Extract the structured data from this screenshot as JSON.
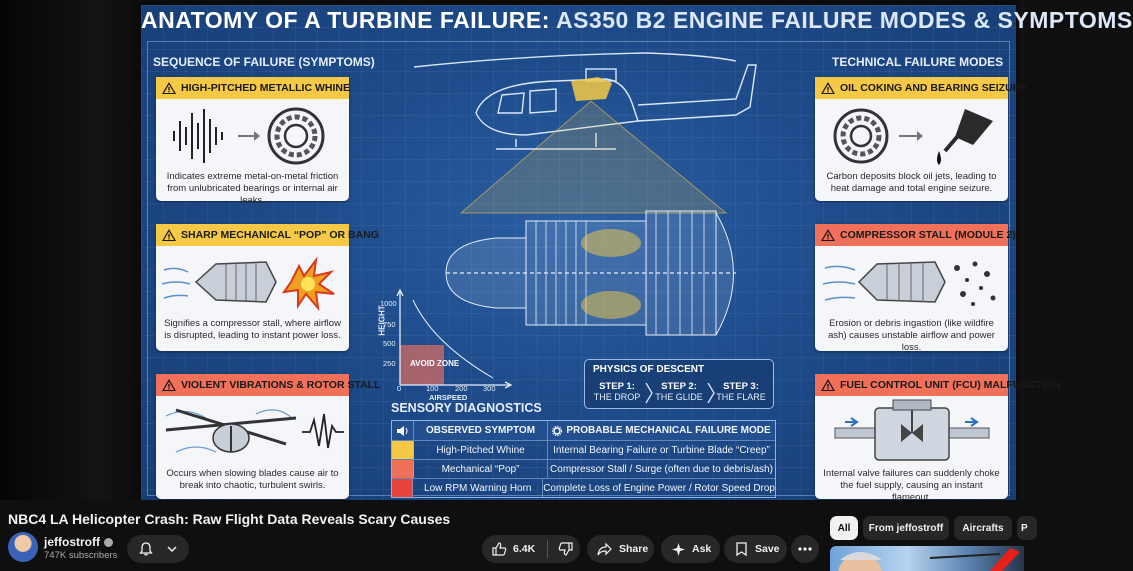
{
  "infographic": {
    "title_main": "ANATOMY OF A TURBINE FAILURE:",
    "title_sub": "AS350 B2 ENGINE FAILURE MODES & SYMPTOMS",
    "left_heading": "SEQUENCE OF FAILURE (SYMPTOMS)",
    "right_heading": "TECHNICAL FAILURE MODES",
    "left_cards": [
      {
        "title": "HIGH-PITCHED METALLIC WHINE",
        "desc": "Indicates extreme metal-on-metal friction from unlubricated bearings or internal air leaks.",
        "color": "#f5c945"
      },
      {
        "title": "SHARP MECHANICAL “POP” OR BANG",
        "desc": "Signifies a compressor stall, where airflow is disrupted, leading to instant power loss.",
        "color": "#f5c945"
      },
      {
        "title": "VIOLENT VIBRATIONS & ROTOR STALL",
        "desc": "Occurs when slowing blades cause air to break into chaotic, turbulent swirls.",
        "color": "#f0705a"
      }
    ],
    "right_cards": [
      {
        "title": "OIL COKING AND BEARING SEIZURE",
        "desc": "Carbon deposits block oil jets, leading to heat damage and total engine seizure.",
        "color": "#f5c945"
      },
      {
        "title": "COMPRESSOR STALL (MODULE 2)",
        "desc": "Erosion or debris ingastion (like wildfire ash) causes unstable airflow and power loss.",
        "color": "#f0705a"
      },
      {
        "title": "FUEL CONTROL UNIT (FCU) MALFUNCTION",
        "desc": "Internal valve failures can suddenly choke the fuel supply, causing an instant flameout.",
        "color": "#f0705a"
      }
    ],
    "hv_chart": {
      "ylabel": "HEIGHT",
      "xlabel": "AIRSPEED",
      "y_ticks": [
        "1000",
        "750",
        "500",
        "250"
      ],
      "x_ticks": [
        "0",
        "100",
        "200",
        "300"
      ],
      "zone_label": "AVOID ZONE"
    },
    "descent": {
      "title": "PHYSICS OF DESCENT",
      "steps": [
        {
          "label": "STEP 1:",
          "text": "THE DROP"
        },
        {
          "label": "STEP 2:",
          "text": "THE GLIDE"
        },
        {
          "label": "STEP 3:",
          "text": "THE FLARE"
        }
      ]
    },
    "diagnostics": {
      "heading": "SENSORY DIAGNOSTICS",
      "col1": "OBSERVED SYMPTOM",
      "col2": "PROBABLE MECHANICAL FAILURE MODE",
      "rows": [
        {
          "symptom": "High-Pitched Whine",
          "mode": "Internal Bearing Failure or Turbine Blade “Creep”",
          "color": "#f5c945"
        },
        {
          "symptom": "Mechanical “Pop”",
          "mode": "Compressor Stall / Surge (often due to debris/ash)",
          "color": "#f0705a"
        },
        {
          "symptom": "Low RPM Warning Horn",
          "mode": "Complete Loss of Engine Power / Rotor Speed Drop",
          "color": "#e5453a"
        }
      ]
    }
  },
  "video": {
    "title": "NBC4 LA Helicopter Crash: Raw Flight Data Reveals Scary Causes",
    "channel": "jeffostroff",
    "subscribers": "747K subscribers",
    "likes": "6.4K",
    "share_label": "Share",
    "ask_label": "Ask",
    "save_label": "Save"
  },
  "chips": [
    "All",
    "From jeffostroff",
    "Aircrafts",
    "P"
  ]
}
